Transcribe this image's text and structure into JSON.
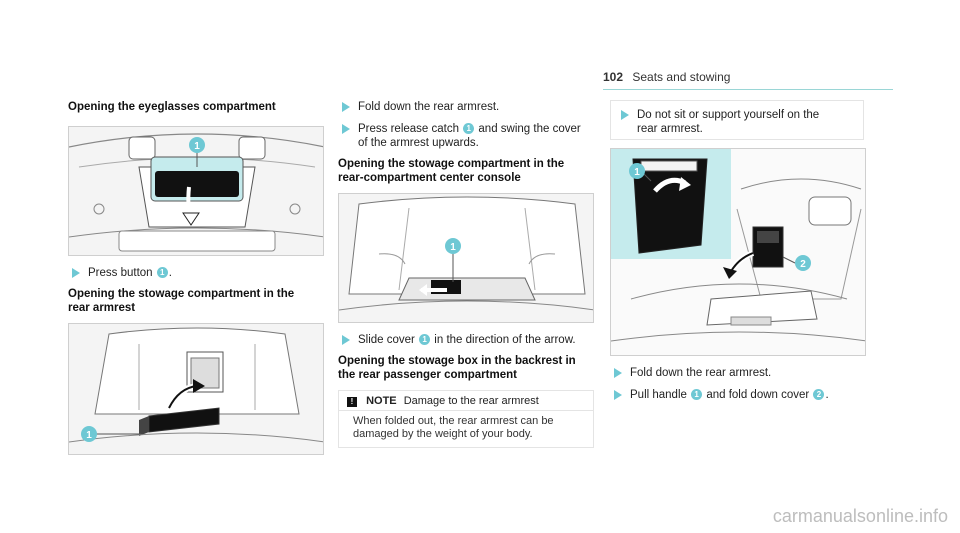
{
  "header": {
    "page_number": "102",
    "section": "Seats and stowing"
  },
  "col1": {
    "heading1": "Opening the eyeglasses compartment",
    "step1_text_a": "Press button",
    "step1_badge": "1",
    "step1_text_b": ".",
    "heading2_line1": "Opening the stowage compartment in the",
    "heading2_line2": "rear armrest",
    "fig1_callout": "1",
    "fig2_callout": "1"
  },
  "col2": {
    "step1": "Fold down the rear armrest.",
    "step2_a": "Press release catch",
    "step2_badge": "1",
    "step2_b": "and swing the cover",
    "step2_line2": "of the armrest upwards.",
    "heading1_line1": "Opening the stowage compartment in the",
    "heading1_line2": "rear-compartment center console",
    "fig_callout": "1",
    "step3_a": "Slide cover",
    "step3_badge": "1",
    "step3_b": "in the direction of the arrow.",
    "heading2_line1": "Opening the stowage box in the backrest in",
    "heading2_line2": "the rear passenger compartment",
    "note": {
      "symbol": "!",
      "label": "NOTE",
      "title": "Damage to the rear armrest",
      "body_line1": "When folded out, the rear armrest can be",
      "body_line2": "damaged by the weight of your body."
    }
  },
  "col3": {
    "warning_line1": "Do not sit or support yourself on the",
    "warning_line2": "rear armrest.",
    "fig_callout1": "1",
    "fig_callout2": "2",
    "step1": "Fold down the rear armrest.",
    "step2_a": "Pull handle",
    "step2_badge1": "1",
    "step2_b": "and fold down cover",
    "step2_badge2": "2",
    "step2_c": "."
  },
  "footer": {
    "watermark": "carmanualsonline.info"
  },
  "colors": {
    "accent": "#6ec8d4",
    "panel": "#c5ebed",
    "line": "#555555"
  }
}
